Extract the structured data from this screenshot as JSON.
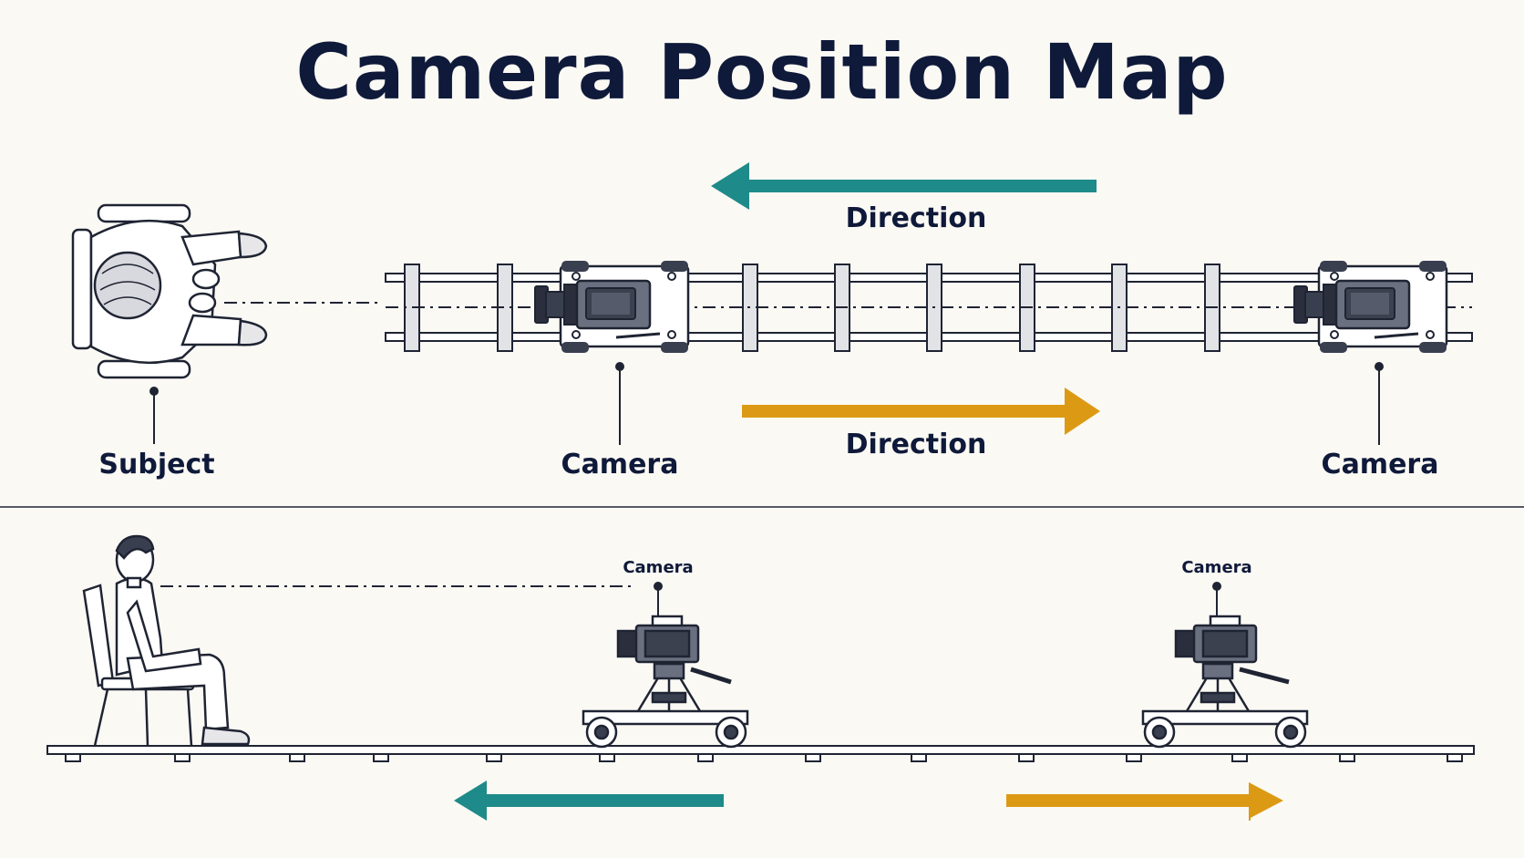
{
  "title": "Camera Position Map",
  "top_view": {
    "direction_top_label": "Direction",
    "direction_bottom_label": "Direction",
    "subject_label": "Subject",
    "camera_left_label": "Camera",
    "camera_right_label": "Camera"
  },
  "side_view": {
    "camera_left_label": "Camera",
    "camera_right_label": "Camera"
  },
  "colors": {
    "ink": "#1f2433",
    "title": "#0f1a3a",
    "arrow_teal": "#1f8a8a",
    "arrow_orange": "#dc9a14",
    "background": "#fbf9f4"
  }
}
